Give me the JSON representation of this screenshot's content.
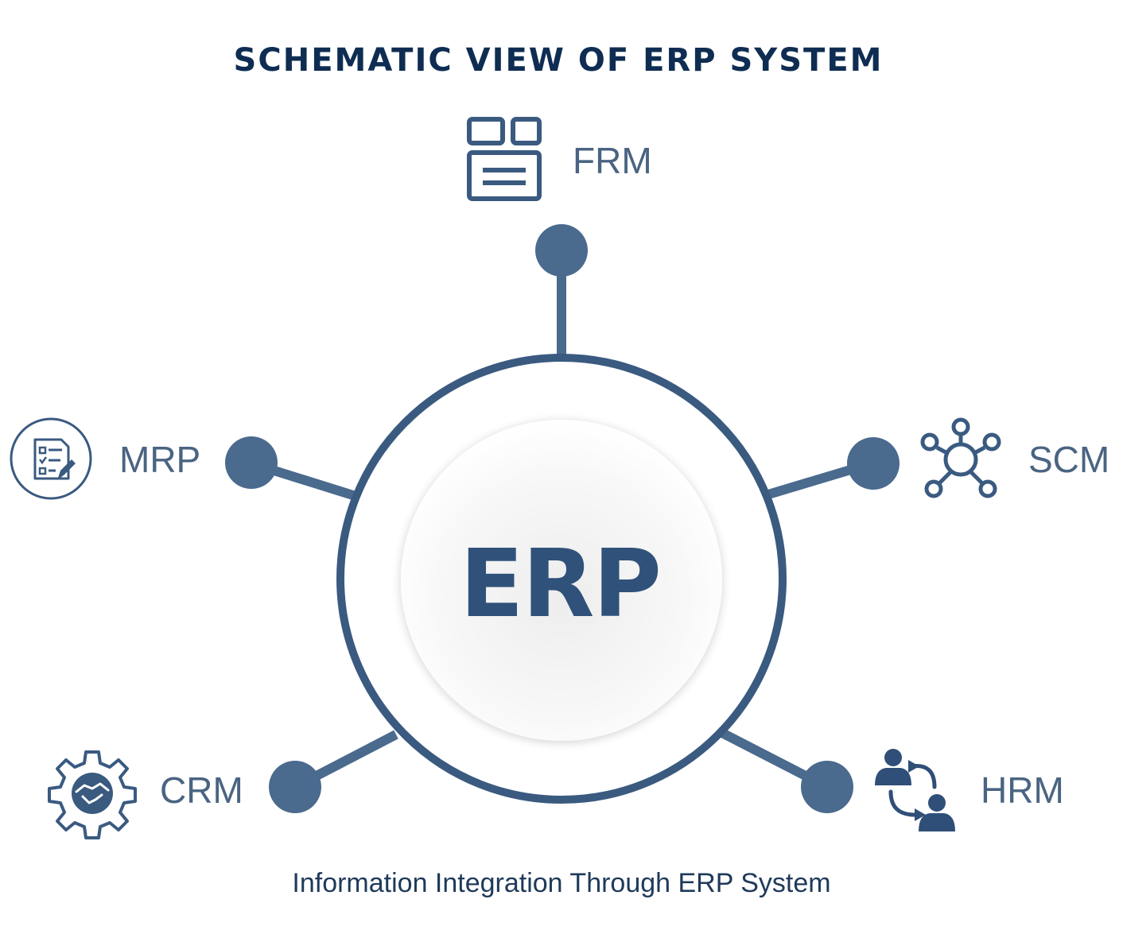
{
  "title": "SCHEMATIC VIEW OF ERP SYSTEM",
  "center": {
    "label": "ERP"
  },
  "modules": [
    {
      "label": "FRM",
      "icon": "layout-panels-icon"
    },
    {
      "label": "SCM",
      "icon": "network-hub-icon"
    },
    {
      "label": "HRM",
      "icon": "people-swap-icon"
    },
    {
      "label": "CRM",
      "icon": "handshake-gear-icon"
    },
    {
      "label": "MRP",
      "icon": "checklist-document-icon"
    }
  ],
  "caption": "Information Integration Through ERP System",
  "colors": {
    "title": "#0f2d52",
    "primary": "#4a6a8e",
    "ring": "#3a5a80",
    "center_text": "#30527a",
    "label": "#4a6482",
    "caption": "#1f3a5a"
  }
}
